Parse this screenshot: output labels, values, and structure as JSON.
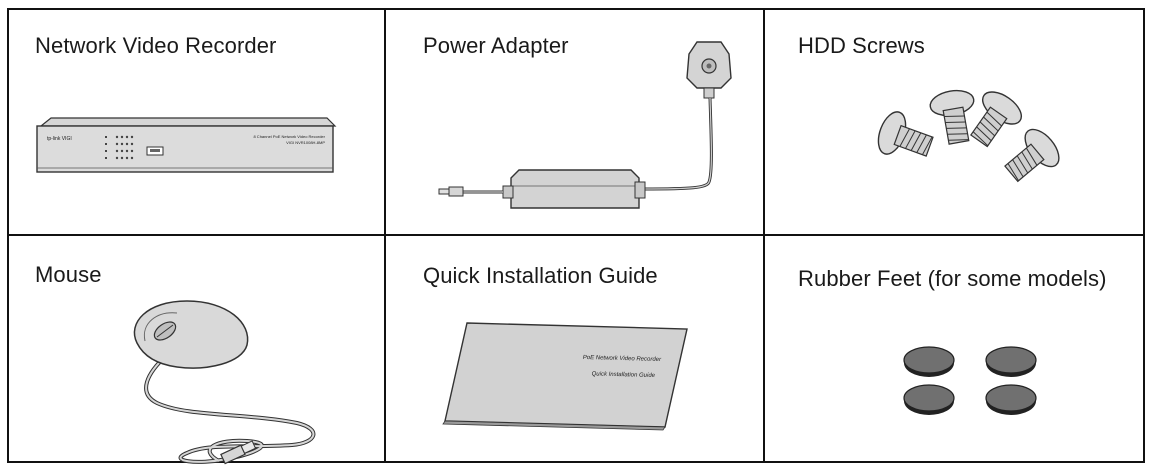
{
  "items": [
    {
      "label": "Network Video Recorder"
    },
    {
      "label": "Power Adapter"
    },
    {
      "label": "HDD Screws"
    },
    {
      "label": "Mouse"
    },
    {
      "label": "Quick Installation Guide"
    },
    {
      "label": "Rubber Feet (for some models)"
    }
  ],
  "nvr": {
    "brand": "tp-link VIGI",
    "model_title": "8 Channel PoE Network Video Recorder",
    "model_number": "VIGI NVR1008H-8MP"
  },
  "guide": {
    "line1": "PoE Network Video Recorder",
    "line2": "Quick Installation Guide"
  }
}
